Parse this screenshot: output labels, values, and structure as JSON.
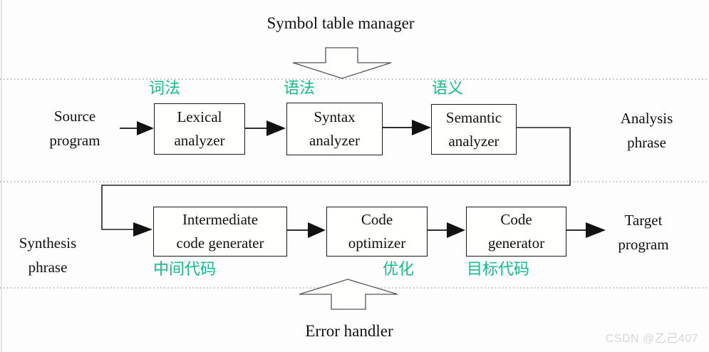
{
  "title": "Symbol table manager",
  "error_handler": "Error handler",
  "watermark": "CSDN @乙己407",
  "colors": {
    "accent_green": "#11bd8d",
    "line_black": "#111111",
    "dotted_gray": "#9a9a9a",
    "watermark_gray": "#d6d6d6"
  },
  "io_labels": {
    "source": [
      "Source",
      "program"
    ],
    "target": [
      "Target",
      "program"
    ]
  },
  "phase_labels": {
    "analysis": [
      "Analysis",
      "phrase"
    ],
    "synthesis": [
      "Synthesis",
      "phrase"
    ]
  },
  "stages": {
    "lexical": {
      "name": [
        "Lexical",
        "analyzer"
      ],
      "zh": "词法"
    },
    "syntax": {
      "name": [
        "Syntax",
        "analyzer"
      ],
      "zh": "语法"
    },
    "semantic": {
      "name": [
        "Semantic",
        "analyzer"
      ],
      "zh": "语义"
    },
    "intermediate": {
      "name": [
        "Intermediate",
        "code generater"
      ],
      "zh": "中间代码"
    },
    "optimizer": {
      "name": [
        "Code",
        "optimizer"
      ],
      "zh": "优化"
    },
    "generator": {
      "name": [
        "Code",
        "generator"
      ],
      "zh": "目标代码"
    }
  }
}
